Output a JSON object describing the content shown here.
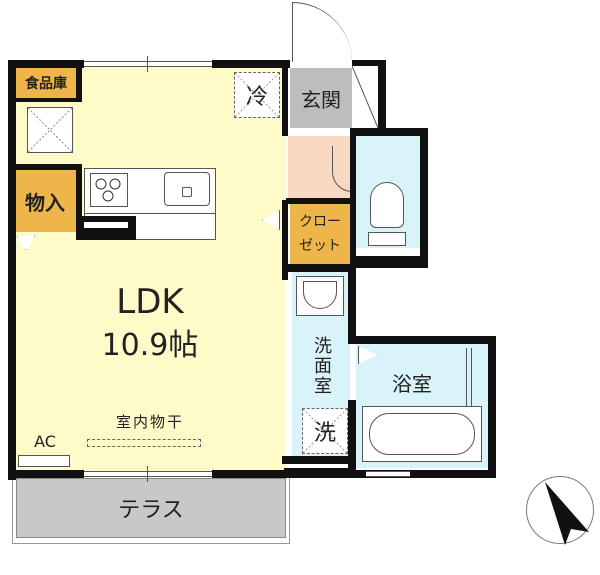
{
  "floor_plan": {
    "rooms": {
      "ldk": {
        "name": "LDK",
        "size": "10.9帖",
        "color": "#FFFBC8"
      },
      "pantry": {
        "label": "食品庫",
        "color": "#EEB54A"
      },
      "storage": {
        "label": "物入",
        "color": "#EEB54A"
      },
      "closet": {
        "label": "クロー\nゼット",
        "label_line1": "クロー",
        "label_line2": "ゼット",
        "color": "#EEB54A"
      },
      "entrance": {
        "label": "玄関",
        "color": "#BDBDBD"
      },
      "hall": {
        "color": "#F8D8C0"
      },
      "toilet": {
        "color": "#D8F4FA"
      },
      "washroom": {
        "label": "洗面室",
        "color": "#D8F4FA"
      },
      "bathroom": {
        "label": "浴室",
        "color": "#D8F4FA"
      },
      "terrace": {
        "label": "テラス",
        "color": "#C8C8C8"
      }
    },
    "fixtures": {
      "fridge": "冷",
      "washer": "洗",
      "ac": "AC",
      "indoor_drying": "室内物干"
    },
    "compass": {
      "direction": "north-arrow"
    }
  }
}
